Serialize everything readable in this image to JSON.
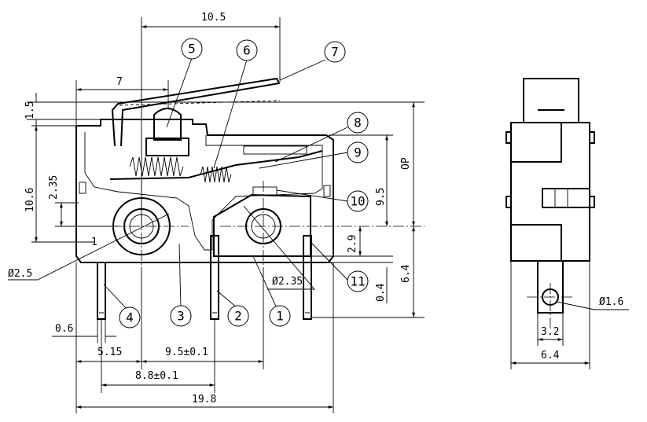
{
  "dimensions": {
    "d10_5": "10.5",
    "d7": "7",
    "d1_5": "1.5",
    "d10_6": "10.6",
    "d2_35": "2.35",
    "d1": "1",
    "dia2_5": "Ø2.5",
    "d0_6": "0.6",
    "d5_15": "5.15",
    "d9_5_tol": "9.5±0.1",
    "d8_8_tol": "8.8±0.1",
    "d19_8": "19.8",
    "dOP": "OP",
    "d9_5": "9.5",
    "d2_9": "2.9",
    "d0_4": "0.4",
    "d6_4_side": "6.4",
    "dia2_35": "Ø2.35",
    "dia1_6": "Ø1.6",
    "d3_2": "3.2",
    "d6_4": "6.4"
  },
  "callouts": {
    "c1": "1",
    "c2": "2",
    "c3": "3",
    "c4": "4",
    "c5": "5",
    "c6": "6",
    "c7": "7",
    "c8": "8",
    "c9": "9",
    "c10": "10",
    "c11": "11"
  }
}
